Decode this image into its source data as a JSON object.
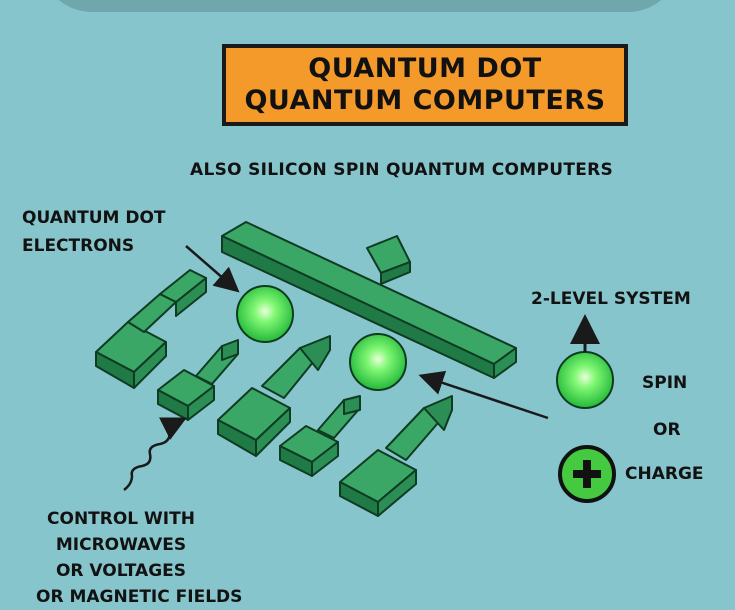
{
  "title": {
    "line1": "QUANTUM DOT",
    "line2": "QUANTUM COMPUTERS"
  },
  "subtitle": "ALSO SILICON SPIN QUANTUM COMPUTERS",
  "labels": {
    "quantum_dot_line1": "QUANTUM DOT",
    "quantum_dot_line2": "ELECTRONS",
    "two_level": "2-LEVEL SYSTEM",
    "spin": "SPIN",
    "or": "OR",
    "charge": "CHARGE",
    "control_line1": "CONTROL WITH",
    "control_line2": "MICROWAVES",
    "control_line3": "OR VOLTAGES",
    "control_line4": "OR MAGNETIC FIELDS"
  },
  "colors": {
    "background": "#86c5cc",
    "title_box": "#f39a2a",
    "gate_top": "#3aa766",
    "gate_side": "#1f7a45",
    "electron": "#5ff05a"
  },
  "icons": {
    "charge_symbol": "plus-icon",
    "spin_arrow": "arrow-up-icon",
    "wave": "squiggle-arrow-icon"
  }
}
